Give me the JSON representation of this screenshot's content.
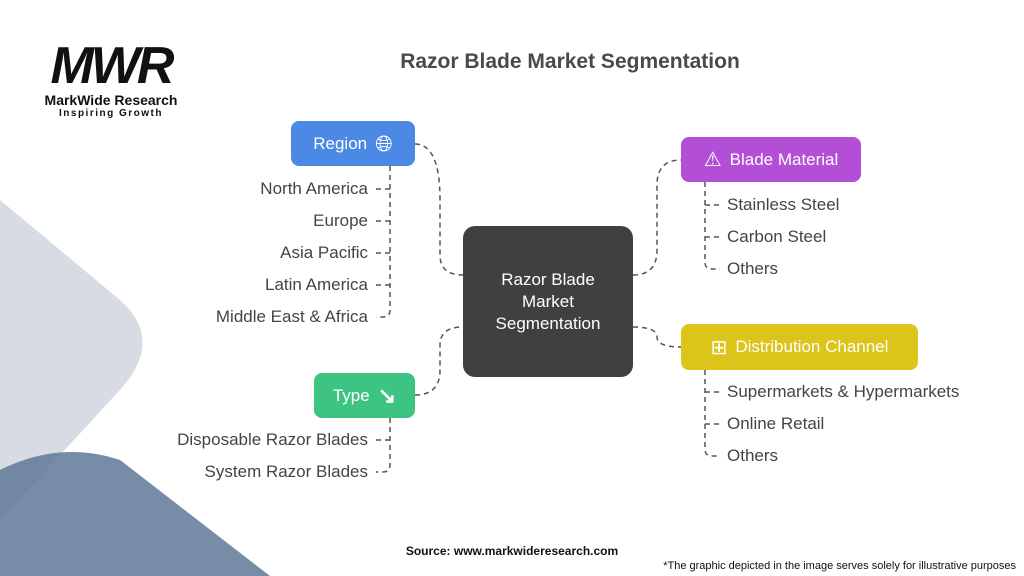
{
  "logo": {
    "mark": "MWR",
    "name": "MarkWide Research",
    "tagline": "Inspiring Growth"
  },
  "title": "Razor Blade Market Segmentation",
  "center": "Razor Blade Market Segmentation",
  "segments": {
    "region": {
      "label": "Region",
      "color": "#4B89E4",
      "items": [
        "North America",
        "Europe",
        "Asia Pacific",
        "Latin America",
        "Middle East & Africa"
      ]
    },
    "type": {
      "label": "Type",
      "color": "#3DC483",
      "items": [
        "Disposable Razor Blades",
        "System Razor Blades"
      ]
    },
    "blade_material": {
      "label": "Blade Material",
      "color": "#B34ED6",
      "items": [
        "Stainless Steel",
        "Carbon Steel",
        "Others"
      ]
    },
    "distribution": {
      "label": "Distribution Channel",
      "color": "#DCC41A",
      "items": [
        "Supermarkets & Hypermarkets",
        "Online Retail",
        "Others"
      ]
    }
  },
  "source": "Source: www.markwideresearch.com",
  "disclaimer": "*The graphic depicted in the image serves solely for illustrative purposes"
}
